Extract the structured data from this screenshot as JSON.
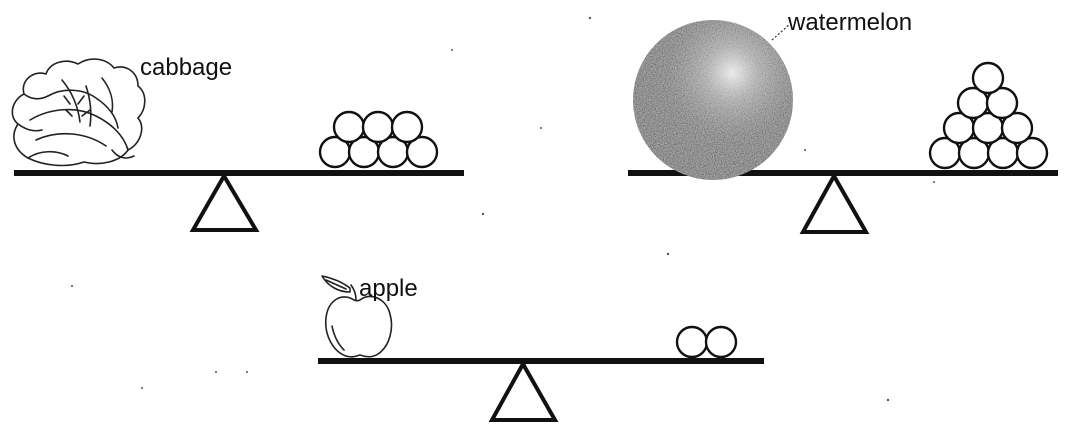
{
  "diagram": {
    "scales": [
      {
        "item": "cabbage",
        "label": "cabbage",
        "ball_count": 7
      },
      {
        "item": "watermelon",
        "label": "watermelon",
        "ball_count": 10
      },
      {
        "item": "apple",
        "label": "apple",
        "ball_count": 2
      }
    ],
    "colors": {
      "ink": "#111111",
      "background": "#ffffff"
    }
  }
}
